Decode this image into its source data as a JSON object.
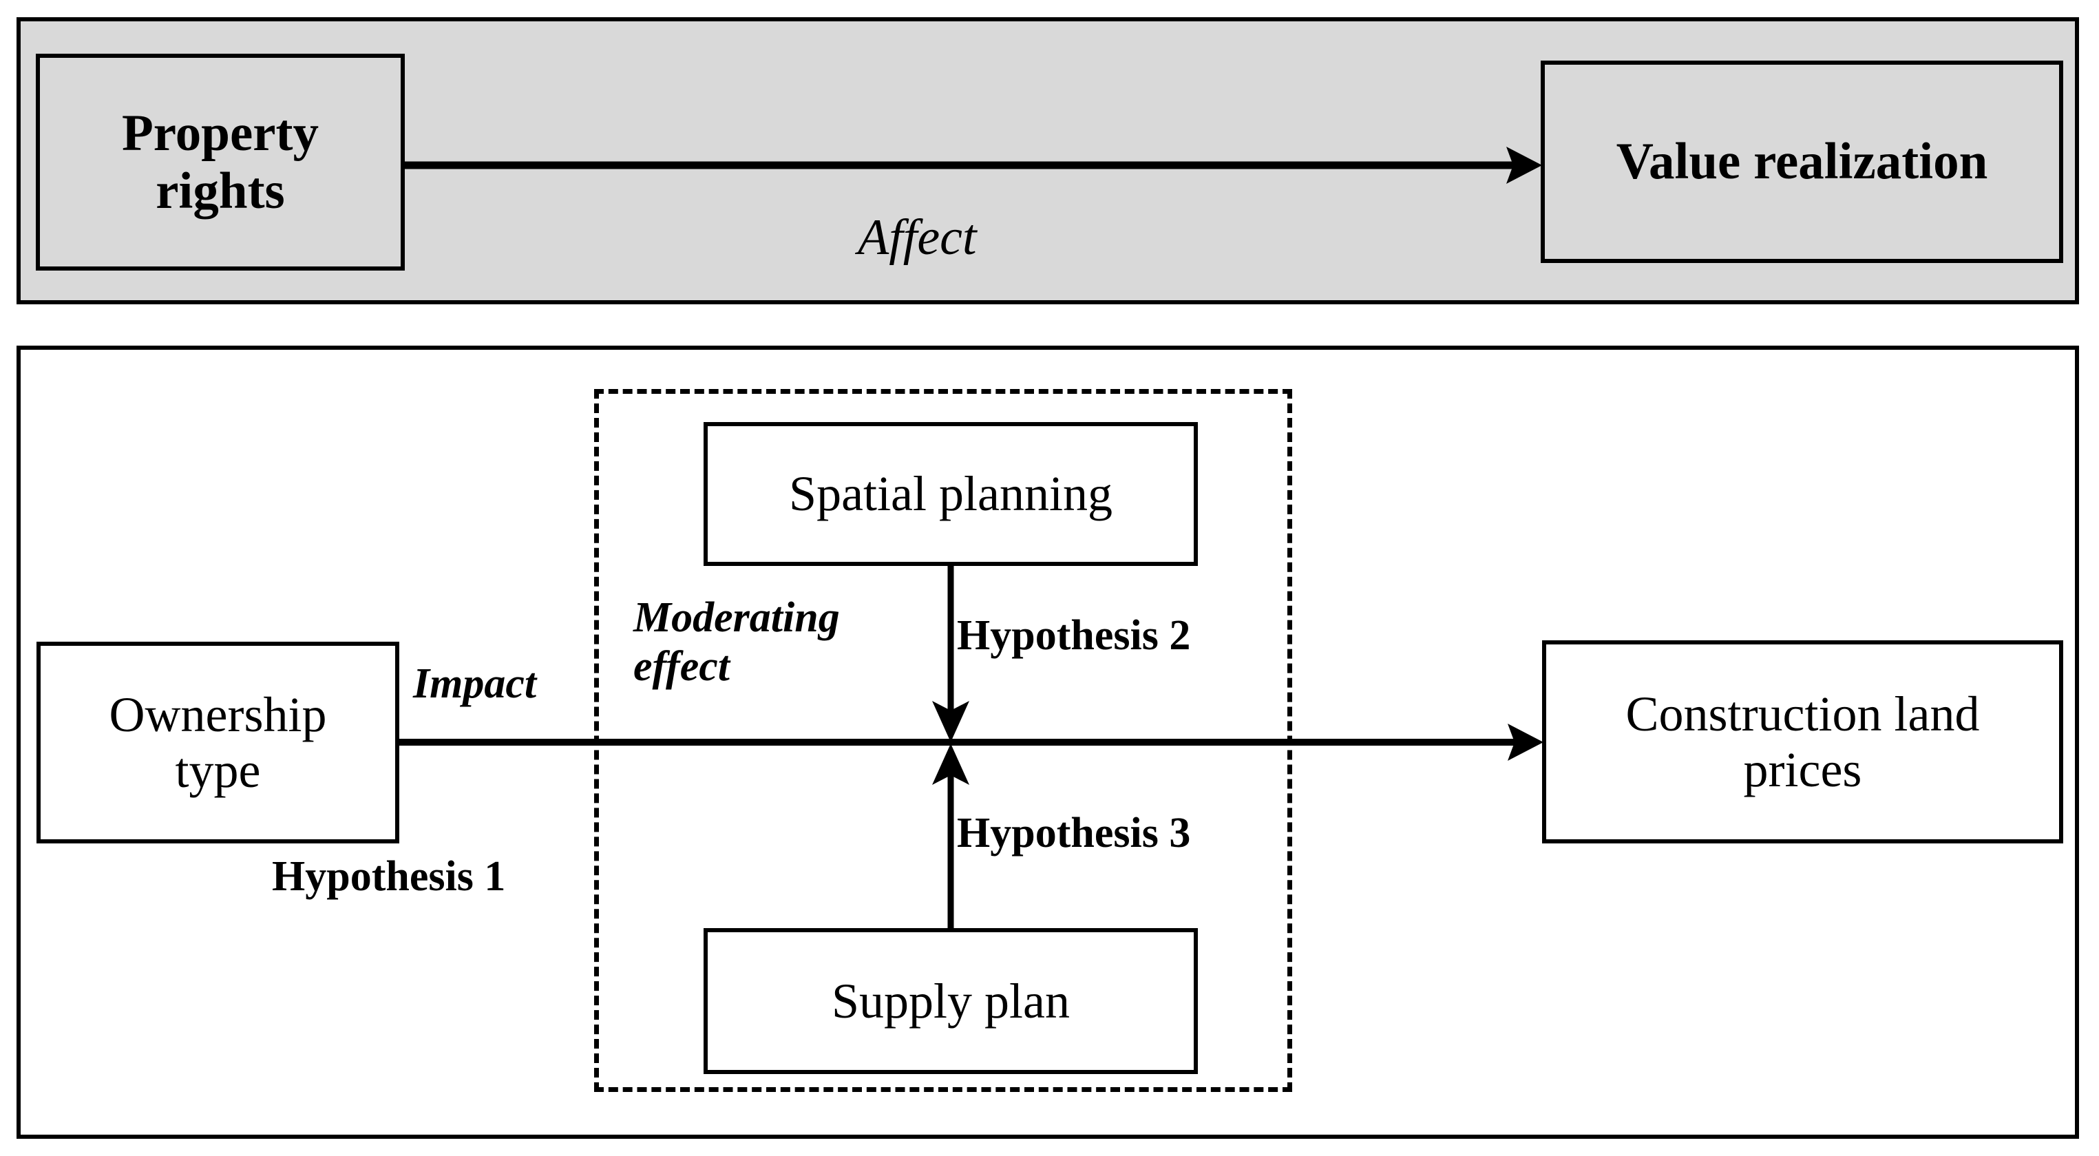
{
  "diagram": {
    "title_present": false,
    "panels": [
      {
        "id": "top",
        "background_color": "#d9d9d9",
        "border_color": "#000000"
      },
      {
        "id": "bottom",
        "background_color": "#ffffff",
        "border_color": "#000000"
      }
    ],
    "top_panel": {
      "source_node": "Property\nrights",
      "source_node_line1": "Property",
      "source_node_line2": "rights",
      "target_node": "Value realization",
      "edge_label": "Affect"
    },
    "bottom_panel": {
      "source_node_line1": "Ownership",
      "source_node_line2": "type",
      "target_node_line1": "Construction land",
      "target_node_line2": "prices",
      "moderator_top": "Spatial planning",
      "moderator_bottom": "Supply plan",
      "edge_label_impact": "Impact",
      "edge_label_moderating_line1": "Moderating",
      "edge_label_moderating_line2": "effect",
      "hypothesis_1": "Hypothesis 1",
      "hypothesis_2": "Hypothesis 2",
      "hypothesis_3": "Hypothesis 3"
    }
  },
  "chart_data": {
    "type": "diagram",
    "title": "",
    "nodes": [
      {
        "id": "property-rights",
        "label": "Property rights",
        "panel": "top",
        "style": "bold-serif",
        "fill": "#d9d9d9"
      },
      {
        "id": "value-realization",
        "label": "Value realization",
        "panel": "top",
        "style": "bold-serif",
        "fill": "#d9d9d9"
      },
      {
        "id": "ownership-type",
        "label": "Ownership type",
        "panel": "bottom",
        "style": "serif",
        "fill": "#ffffff"
      },
      {
        "id": "construction-land-prices",
        "label": "Construction land prices",
        "panel": "bottom",
        "style": "serif",
        "fill": "#ffffff"
      },
      {
        "id": "spatial-planning",
        "label": "Spatial planning",
        "panel": "bottom",
        "style": "serif",
        "fill": "#ffffff"
      },
      {
        "id": "supply-plan",
        "label": "Supply plan",
        "panel": "bottom",
        "style": "serif",
        "fill": "#ffffff"
      }
    ],
    "edges": [
      {
        "from": "property-rights",
        "to": "value-realization",
        "label": "Affect",
        "direction": "right",
        "label_style": "italic"
      },
      {
        "from": "ownership-type",
        "to": "construction-land-prices",
        "labels": [
          "Impact",
          "Hypothesis 1"
        ],
        "direction": "right",
        "label_style": "bold-italic"
      },
      {
        "from": "spatial-planning",
        "to": "ownership-type->construction-land-prices",
        "label": "Hypothesis 2",
        "direction": "down",
        "moderation": true
      },
      {
        "from": "supply-plan",
        "to": "ownership-type->construction-land-prices",
        "label": "Hypothesis 3",
        "direction": "up",
        "moderation": true
      }
    ],
    "regions": [
      {
        "id": "moderating-effect",
        "label": "Moderating effect",
        "border": "dashed",
        "contains": [
          "spatial-planning",
          "supply-plan"
        ]
      }
    ]
  },
  "colors": {
    "panel_fill_gray": "#d9d9d9",
    "panel_fill_white": "#ffffff",
    "stroke": "#000000"
  }
}
